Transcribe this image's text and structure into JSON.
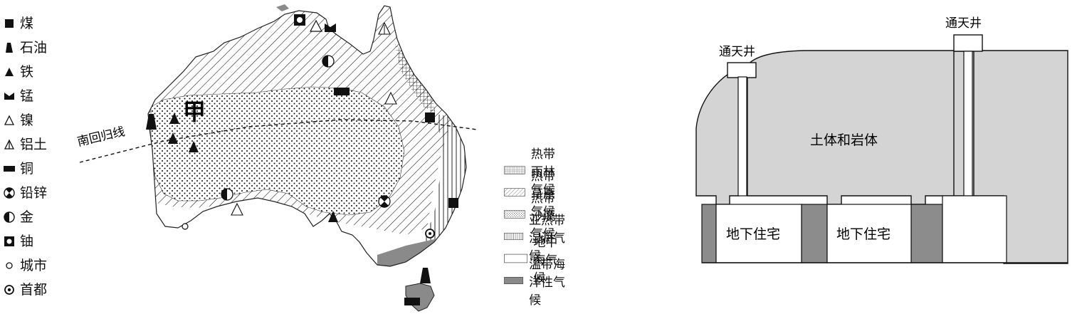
{
  "resource_legend": [
    {
      "icon": "coal-icon",
      "label": "煤"
    },
    {
      "icon": "oil-icon",
      "label": "石油"
    },
    {
      "icon": "iron-icon",
      "label": "铁"
    },
    {
      "icon": "manganese-icon",
      "label": "锰"
    },
    {
      "icon": "nickel-icon",
      "label": "镍"
    },
    {
      "icon": "bauxite-icon",
      "label": "铝土"
    },
    {
      "icon": "copper-icon",
      "label": "铜"
    },
    {
      "icon": "lead-zinc-icon",
      "label": "铅锌"
    },
    {
      "icon": "gold-icon",
      "label": "金"
    },
    {
      "icon": "uranium-icon",
      "label": "铀"
    },
    {
      "icon": "city-icon",
      "label": "城市"
    },
    {
      "icon": "capital-icon",
      "label": "首都"
    }
  ],
  "map": {
    "tropic_label": "南回归线",
    "marker_label": "甲"
  },
  "climate_legend": [
    {
      "pattern": "grid",
      "label": "热带雨林气候"
    },
    {
      "pattern": "diagonal",
      "label": "热带草原气候"
    },
    {
      "pattern": "dots",
      "label": "热带沙漠气候"
    },
    {
      "pattern": "vertical",
      "label": "亚热带湿润气候"
    },
    {
      "pattern": "blank",
      "label": "地中海气候"
    },
    {
      "pattern": "solid",
      "label": "温带海洋性气候"
    }
  ],
  "section": {
    "skylight_left": "通天井",
    "skylight_right": "通天井",
    "body_label": "土体和岩体",
    "room_1": "地下住宅",
    "room_2": "地下住宅"
  },
  "colors": {
    "soil": "#d4d4d4",
    "pillar": "#8c8c8c",
    "temperate": "#8a8a8a",
    "outline": "#111111"
  }
}
